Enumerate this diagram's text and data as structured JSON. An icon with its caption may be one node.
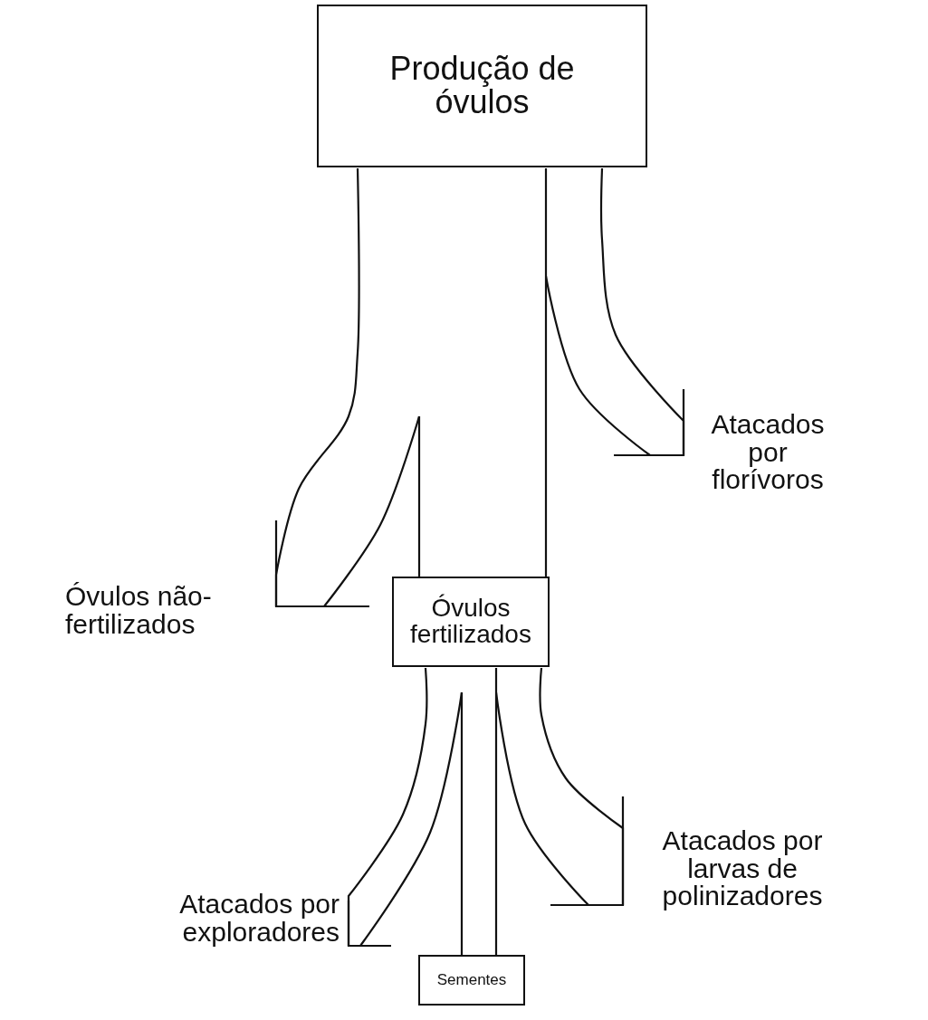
{
  "diagram": {
    "nodes": [
      {
        "text": [
          "Produção de óvulos"
        ]
      },
      {
        "text": [
          "Óvulos fertilizados"
        ]
      },
      {
        "text": [
          "Sementes"
        ]
      },
      {
        "text": [
          "Atacados por florívoros"
        ]
      },
      {
        "text": [
          "Óvulos não-fertilizados"
        ]
      },
      {
        "text": [
          "Atacados por exploradores"
        ]
      },
      {
        "text": [
          "Atacados por larvas de polinizadores"
        ]
      }
    ],
    "edges": [
      {
        "from": 0,
        "to": 1,
        "arrow": "none"
      },
      {
        "from": 0,
        "to": 3,
        "arrow": "other"
      },
      {
        "from": 0,
        "to": 4,
        "arrow": "other"
      },
      {
        "from": 1,
        "to": 2,
        "arrow": "none"
      },
      {
        "from": 1,
        "to": 5,
        "arrow": "other"
      },
      {
        "from": 1,
        "to": 6,
        "arrow": "other"
      }
    ]
  }
}
